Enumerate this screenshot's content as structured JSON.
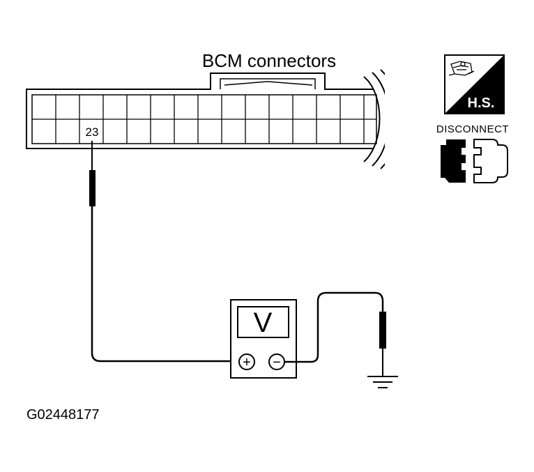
{
  "connector": {
    "title": "BCM connectors",
    "pin_label": "23"
  },
  "meter": {
    "display": "V",
    "plus_symbol": "+",
    "minus_symbol": "−"
  },
  "badge": {
    "hs_label": "H.S.",
    "disconnect_label": "DISCONNECT"
  },
  "figure_id": "G02448177"
}
